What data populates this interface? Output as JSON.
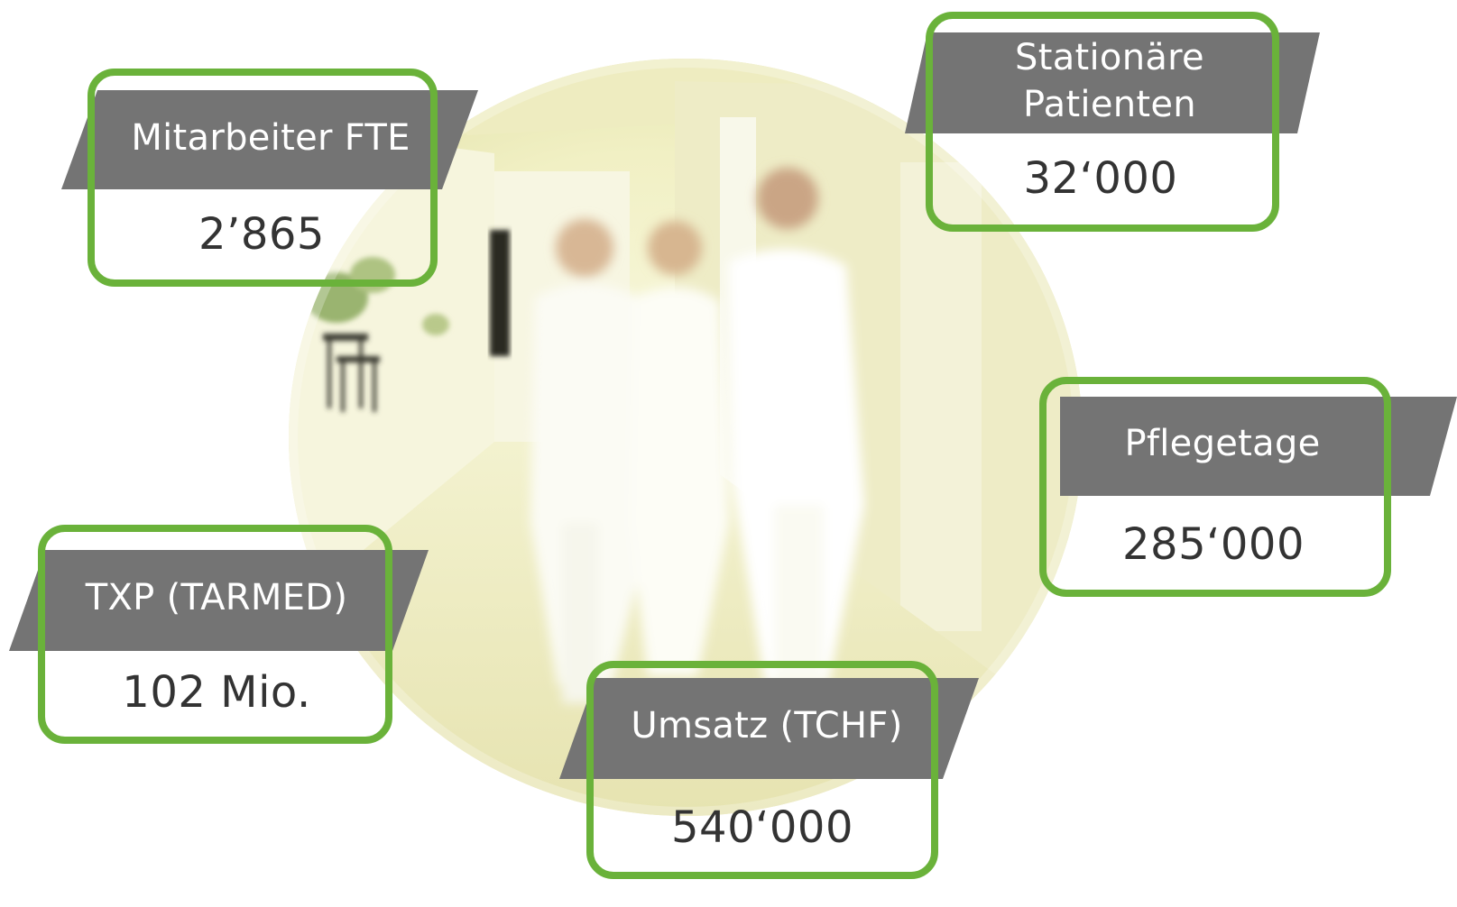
{
  "theme": {
    "frame_color": "#6ab23a",
    "band_color": "#747474",
    "label_color": "#ffffff",
    "value_color": "#333333"
  },
  "photo": {
    "subject": "clinical-staff-walking-corridor-photo"
  },
  "kpis": [
    {
      "id": "mitarbeiter-fte",
      "label": "Mitarbeiter FTE",
      "value": "2’865"
    },
    {
      "id": "stationaere-patienten",
      "label": "Stationäre\nPatienten",
      "value": "32‘000"
    },
    {
      "id": "pflegetage",
      "label": "Pflegetage",
      "value": "285‘000"
    },
    {
      "id": "txp-tarmed",
      "label": "TXP (TARMED)",
      "value": "102 Mio."
    },
    {
      "id": "umsatz-tchf",
      "label": "Umsatz (TCHF)",
      "value": "540‘000"
    }
  ]
}
